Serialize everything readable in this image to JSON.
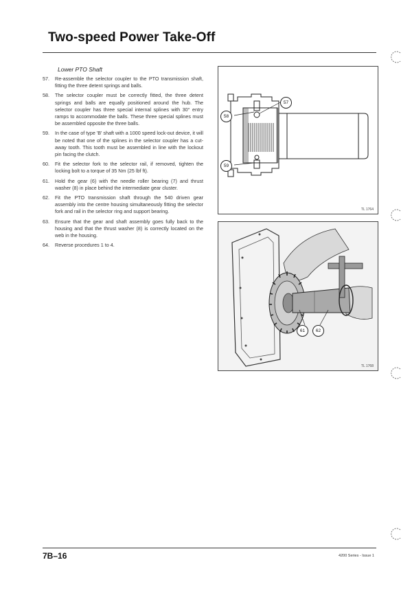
{
  "header": {
    "title": "Two-speed Power Take-Off"
  },
  "section": {
    "heading": "Lower PTO Shaft"
  },
  "steps": [
    {
      "num": "57.",
      "text": "Re-assemble the selector coupler to the PTO transmission shaft, fitting the three detent springs and balls."
    },
    {
      "num": "58.",
      "text": "The selector coupler must be correctly fitted, the three detent springs and balls are equally positioned around the hub. The selector coupler has three special internal splines with 30° entry ramps to accommodate the balls. These three special splines must be assembled opposite the three balls."
    },
    {
      "num": "59.",
      "text": "In the case of type 'B' shaft with a 1000 speed lock-out device, it will be noted that one of the splines in the selector coupler has a cut-away tooth. This tooth must be assembled in line with the lockout pin facing the clutch."
    },
    {
      "num": "60.",
      "text": "Fit the selector fork to the selector rail, if removed, tighten the locking bolt to a torque of 35 Nm (25 lbf ft)."
    },
    {
      "num": "61.",
      "text": "Hold the gear (6) with the needle roller bearing (7) and thrust washer (8) in place behind the intermediate gear cluster."
    },
    {
      "num": "62.",
      "text": "Fit the PTO transmission shaft through the 540 driven gear assembly into the centre housing simultaneously fitting the selector fork and rail in the selector ring and support bearing."
    },
    {
      "num": "63.",
      "text": "Ensure that the gear and shaft assembly goes fully back to the housing and that the thrust washer (8) is correctly located on the web in the housing."
    },
    {
      "num": "64.",
      "text": "Reverse procedures 1 to 4."
    }
  ],
  "figures": [
    {
      "ref": "TL 1764",
      "callouts": [
        "57",
        "58",
        "59"
      ]
    },
    {
      "ref": "TL 1768",
      "callouts": [
        "61",
        "62"
      ]
    }
  ],
  "footer": {
    "page_number": "7B–16",
    "issue": "4200 Series - Issue 1"
  }
}
